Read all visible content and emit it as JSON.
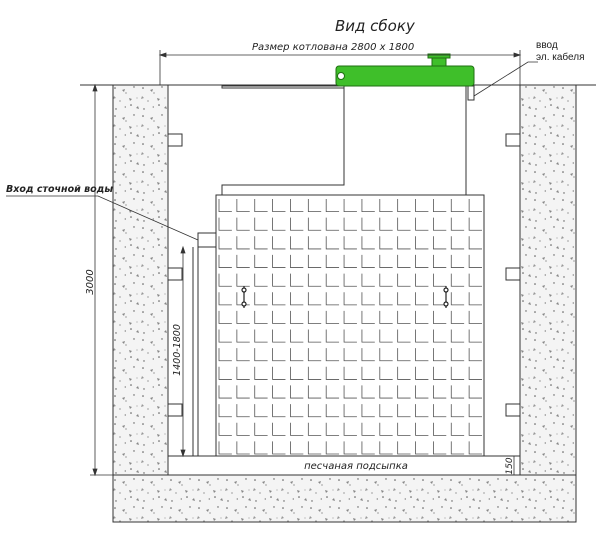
{
  "title": "Вид сбоку",
  "pit_size_label": "Размер котлована  2800 х 1800",
  "cable_entry_label": [
    "ввод",
    "эл. кабеля"
  ],
  "inlet_label": "Вход сточной воды",
  "depth_label": "3000",
  "inlet_depth_label": "1400-1800",
  "sand_bed_label": "песчаная подсыпка",
  "sand_bed_thickness_label": "150",
  "colors": {
    "lid": "#3fbf2a",
    "lid_stroke": "#1f6f12",
    "soil_fill": "#f4f4f4",
    "line": "#333333"
  }
}
